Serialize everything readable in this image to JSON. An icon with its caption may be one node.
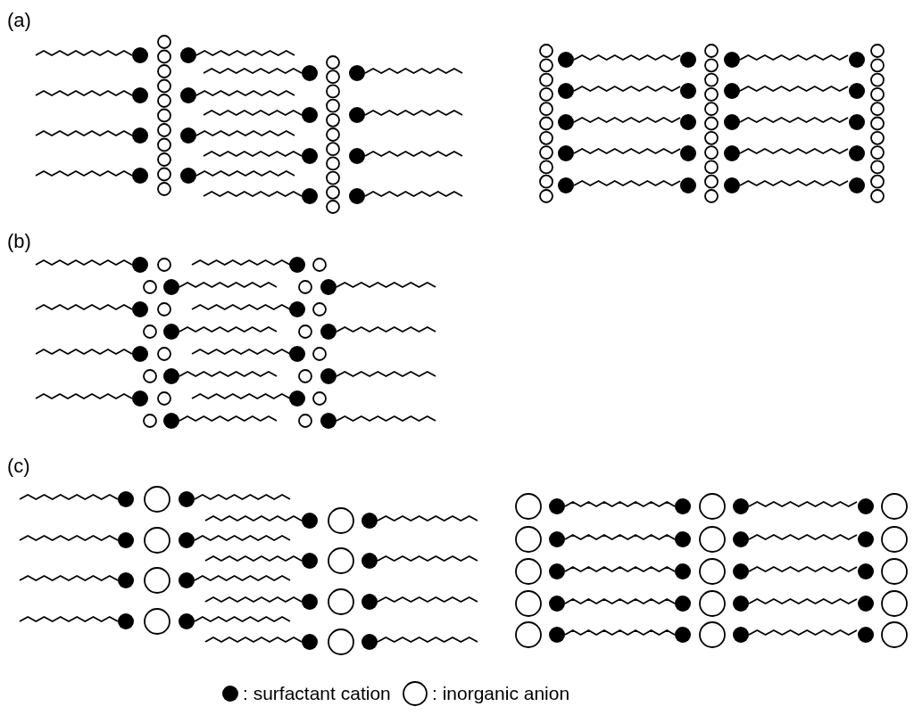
{
  "diagram": {
    "labels": [
      "(a)",
      "(b)",
      "(c)"
    ],
    "legend": [
      {
        "text": ": surfactant cation"
      },
      {
        "text": ": inorganic anion"
      }
    ]
  }
}
